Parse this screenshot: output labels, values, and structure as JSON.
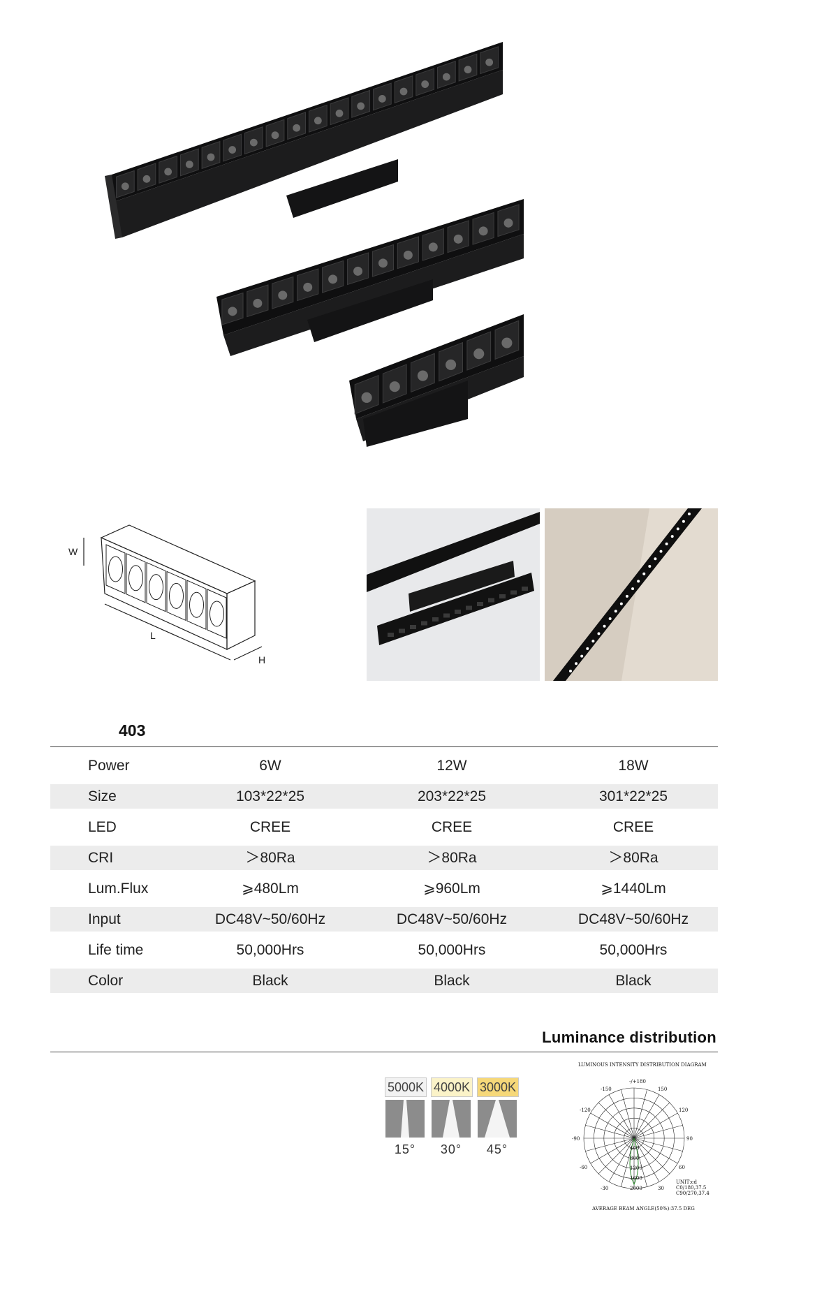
{
  "dimensions": {
    "w": "W",
    "l": "L",
    "h": "H"
  },
  "model": "403",
  "specs": [
    {
      "label": "Power",
      "values": [
        "6W",
        "12W",
        "18W"
      ]
    },
    {
      "label": "Size",
      "values": [
        "103*22*25",
        "203*22*25",
        "301*22*25"
      ]
    },
    {
      "label": "LED",
      "values": [
        "CREE",
        "CREE",
        "CREE"
      ]
    },
    {
      "label": "CRI",
      "values": [
        "＞80Ra",
        "＞80Ra",
        "＞80Ra"
      ]
    },
    {
      "label": "Lum.Flux",
      "values": [
        "⩾480Lm",
        "⩾960Lm",
        "⩾1440Lm"
      ]
    },
    {
      "label": "Input",
      "values": [
        "DC48V~50/60Hz",
        "DC48V~50/60Hz",
        "DC48V~50/60Hz"
      ]
    },
    {
      "label": "Life time",
      "values": [
        "50,000Hrs",
        "50,000Hrs",
        "50,000Hrs"
      ]
    },
    {
      "label": "Color",
      "values": [
        "Black",
        "Black",
        "Black"
      ]
    }
  ],
  "luminance": {
    "title": "Luminance distribution",
    "cct": [
      {
        "label": "5000K",
        "color": "#f2f2f2"
      },
      {
        "label": "4000K",
        "color": "#fbf3c8"
      },
      {
        "label": "3000K",
        "color": "#f6d879"
      }
    ],
    "beam_angles": [
      "15°",
      "30°",
      "45°"
    ]
  },
  "polar_diagram": {
    "title": "LUMINOUS INTENSITY DISTRIBUTION DIAGRAM",
    "angle_labels": [
      "-/+180",
      "-150",
      "150",
      "-120",
      "120",
      "-90",
      "90",
      "-60",
      "60",
      "-30",
      "30"
    ],
    "radial_labels": [
      "400",
      "800",
      "1200",
      "1600",
      "2000"
    ],
    "unit": "UNIT:cd",
    "legend": [
      "C0/180,37.5",
      "C90/270,37.4"
    ],
    "footer": "AVERAGE BEAM ANGLE(50%):37.5 DEG"
  }
}
